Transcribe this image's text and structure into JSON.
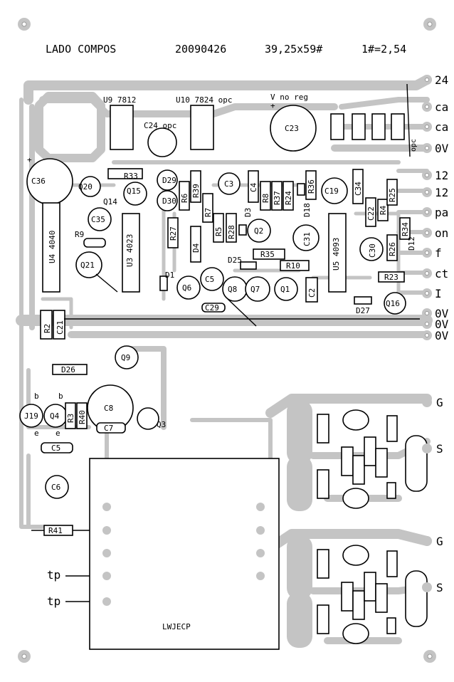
{
  "header": {
    "side": "LADO COMPOS",
    "date": "20090426",
    "size": "39,25x59#",
    "scale": "1#=2,54"
  },
  "terminals_right": [
    "24",
    "ca",
    "ca",
    "0V",
    "12",
    "12",
    "pa",
    "on",
    "f",
    "ct",
    "I",
    "0V",
    "0V",
    "0V"
  ],
  "terminals_right_lower": [
    "G",
    "S",
    "G",
    "S"
  ],
  "terminals_left": [
    "tp",
    "tp"
  ],
  "module_label": "LWJECP",
  "notes": {
    "opc": "opc",
    "vnoreg": "V no reg"
  },
  "parts": {
    "U9": "U9 7812",
    "U10": "U10 7824 opc",
    "C24": "C24 opc",
    "C23": "C23",
    "C36": "C36",
    "U4": "U4 4040",
    "U3": "U3 4023",
    "U5": "U5 4093",
    "Q20": "Q20",
    "Q4": "Q4",
    "Q15": "Q15",
    "Q14": "Q14",
    "Q21": "Q21",
    "Q6": "Q6",
    "Q8": "Q8",
    "Q7": "Q7",
    "Q1": "Q1",
    "Q2": "Q2",
    "Q9": "Q9",
    "Q19": "J19",
    "Q3": "Q3",
    "Q16": "Q16",
    "D29": "D29",
    "D30": "D30",
    "D1": "D1",
    "D4": "D4",
    "D25": "D25",
    "D18": "D18",
    "D26": "D26",
    "D27": "D27",
    "D3": "D3",
    "R33": "R33",
    "R6": "R6",
    "R39": "R39",
    "R7": "R7",
    "R5": "R5",
    "R28": "R28",
    "R8": "R8",
    "R37": "R37",
    "R24": "R24",
    "R36": "R36",
    "R27": "R27",
    "R9": "R9",
    "R35": "R35",
    "R10": "R10",
    "R25": "R25",
    "R4": "R4",
    "R34": "R34",
    "R26": "R26",
    "R23": "R23",
    "R2": "R2",
    "R3": "R3",
    "R40": "R40",
    "R41": "R41",
    "C3": "C3",
    "C4": "C4",
    "C19": "C19",
    "C34": "C34",
    "C35": "C35",
    "C5": "C5",
    "C29": "C29",
    "C31": "C31",
    "C2": "C2",
    "C22": "C22",
    "C30": "C30",
    "C21": "C21",
    "C8": "C8",
    "C7": "C7",
    "C5b": "C5",
    "C6": "C6",
    "D12": "D12",
    "e": "e",
    "b": "b"
  }
}
